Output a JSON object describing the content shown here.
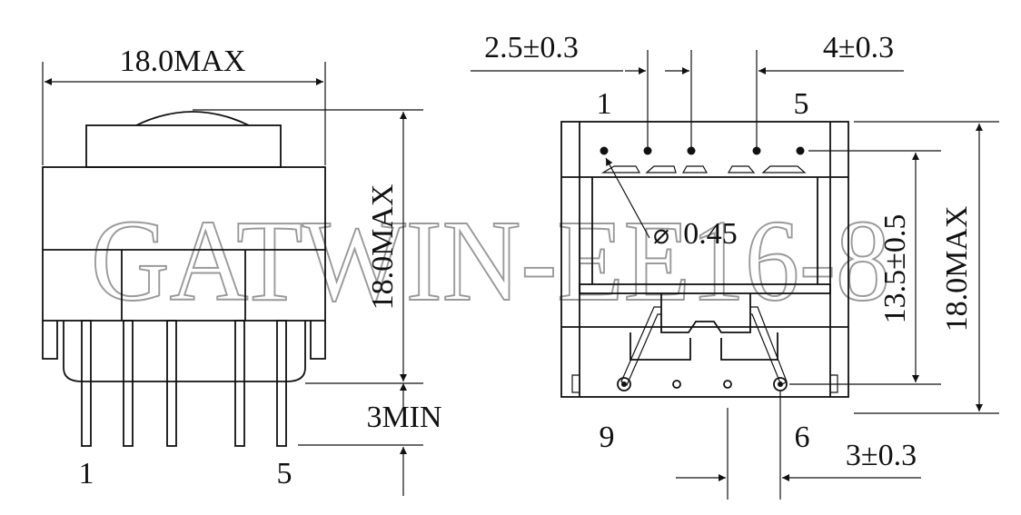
{
  "watermark": "GATWIN-EE16-8",
  "side_view": {
    "width_label": "18.0MAX",
    "height_label": "18.0MAX",
    "pin_length_label": "3MIN",
    "pin_first": "1",
    "pin_last": "5"
  },
  "bottom_view": {
    "pitch_left_label": "2.5±0.3",
    "pitch_right_label": "4±0.3",
    "pin_1": "1",
    "pin_5": "5",
    "pin_9": "9",
    "pin_6": "6",
    "hole_label": "0.45",
    "diameter_symbol": "⌀",
    "row_spacing_label": "13.5±0.5",
    "height_label": "18.0MAX",
    "bottom_pitch_label": "3±0.3"
  }
}
